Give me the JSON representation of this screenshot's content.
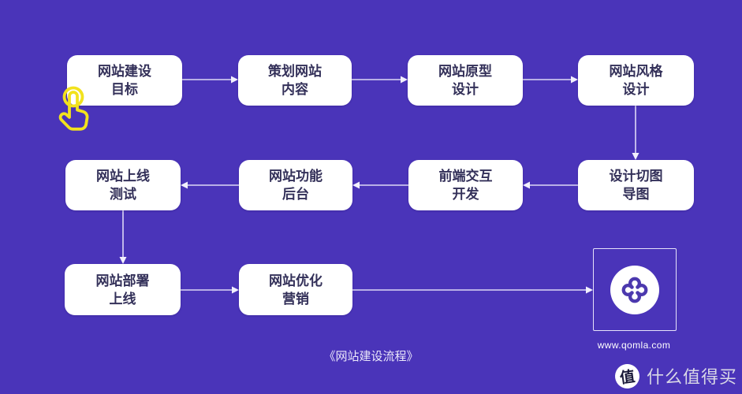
{
  "caption": "《网站建设流程》",
  "nodes": [
    {
      "text": "网站建设\n目标"
    },
    {
      "text": "策划网站\n内容"
    },
    {
      "text": "网站原型\n设计"
    },
    {
      "text": "网站风格\n设计"
    },
    {
      "text": "网站上线\n测试"
    },
    {
      "text": "网站功能\n后台"
    },
    {
      "text": "前端交互\n开发"
    },
    {
      "text": "设计切图\n导图"
    },
    {
      "text": "网站部署\n上线"
    },
    {
      "text": "网站优化\n营销"
    }
  ],
  "logo": {
    "url": "www.qomla.com"
  },
  "watermark": {
    "badge": "值",
    "text": "什么值得买"
  },
  "colors": {
    "background": "#4a34b9",
    "node_bg": "#ffffff",
    "node_text": "#333059",
    "arrow": "#ddd8f6",
    "hand_icon": "#f2e21d",
    "logo_glyph": "#4c39ae"
  }
}
